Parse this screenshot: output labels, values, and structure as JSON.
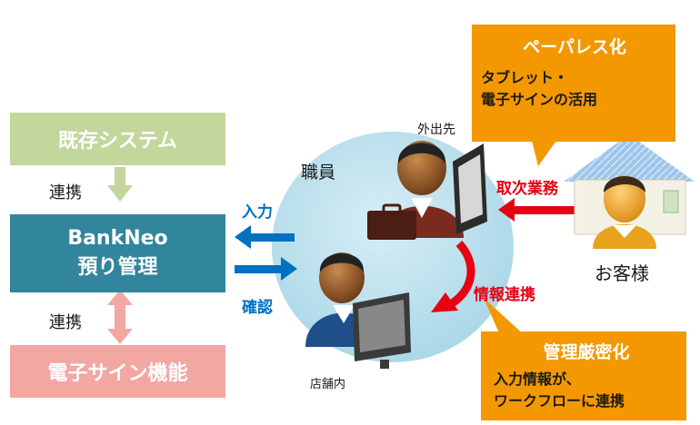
{
  "systems": {
    "existing": "既存システム",
    "link_top": "連携",
    "bankneo_line1": "BankNeo",
    "bankneo_line2": "預り管理",
    "link_bottom": "連携",
    "esign": "電子サイン機能"
  },
  "flows": {
    "input": "入力",
    "confirm": "確認",
    "brokerage": "取次業務",
    "info_link": "情報連携"
  },
  "actors": {
    "staff": "職員",
    "outside": "外出先",
    "in_store": "店舗内",
    "customer": "お客様"
  },
  "callouts": {
    "paperless_title": "ペーパレス化",
    "paperless_line1": "タブレット・",
    "paperless_line2": "電子サインの活用",
    "control_title": "管理厳密化",
    "control_line1": "入力情報が、",
    "control_line2": "ワークフローに連携"
  },
  "colors": {
    "existing_box": "#c3d69b",
    "bankneo_box": "#31859c",
    "esign_box": "#f2a7a3",
    "link_arrow_top": "#c3d69b",
    "link_arrow_bottom": "#f2a7a3",
    "blue_arrow": "#0070c0",
    "red_arrow": "#e60012",
    "circle": "#bfe3ef",
    "callout": "#f39800"
  }
}
